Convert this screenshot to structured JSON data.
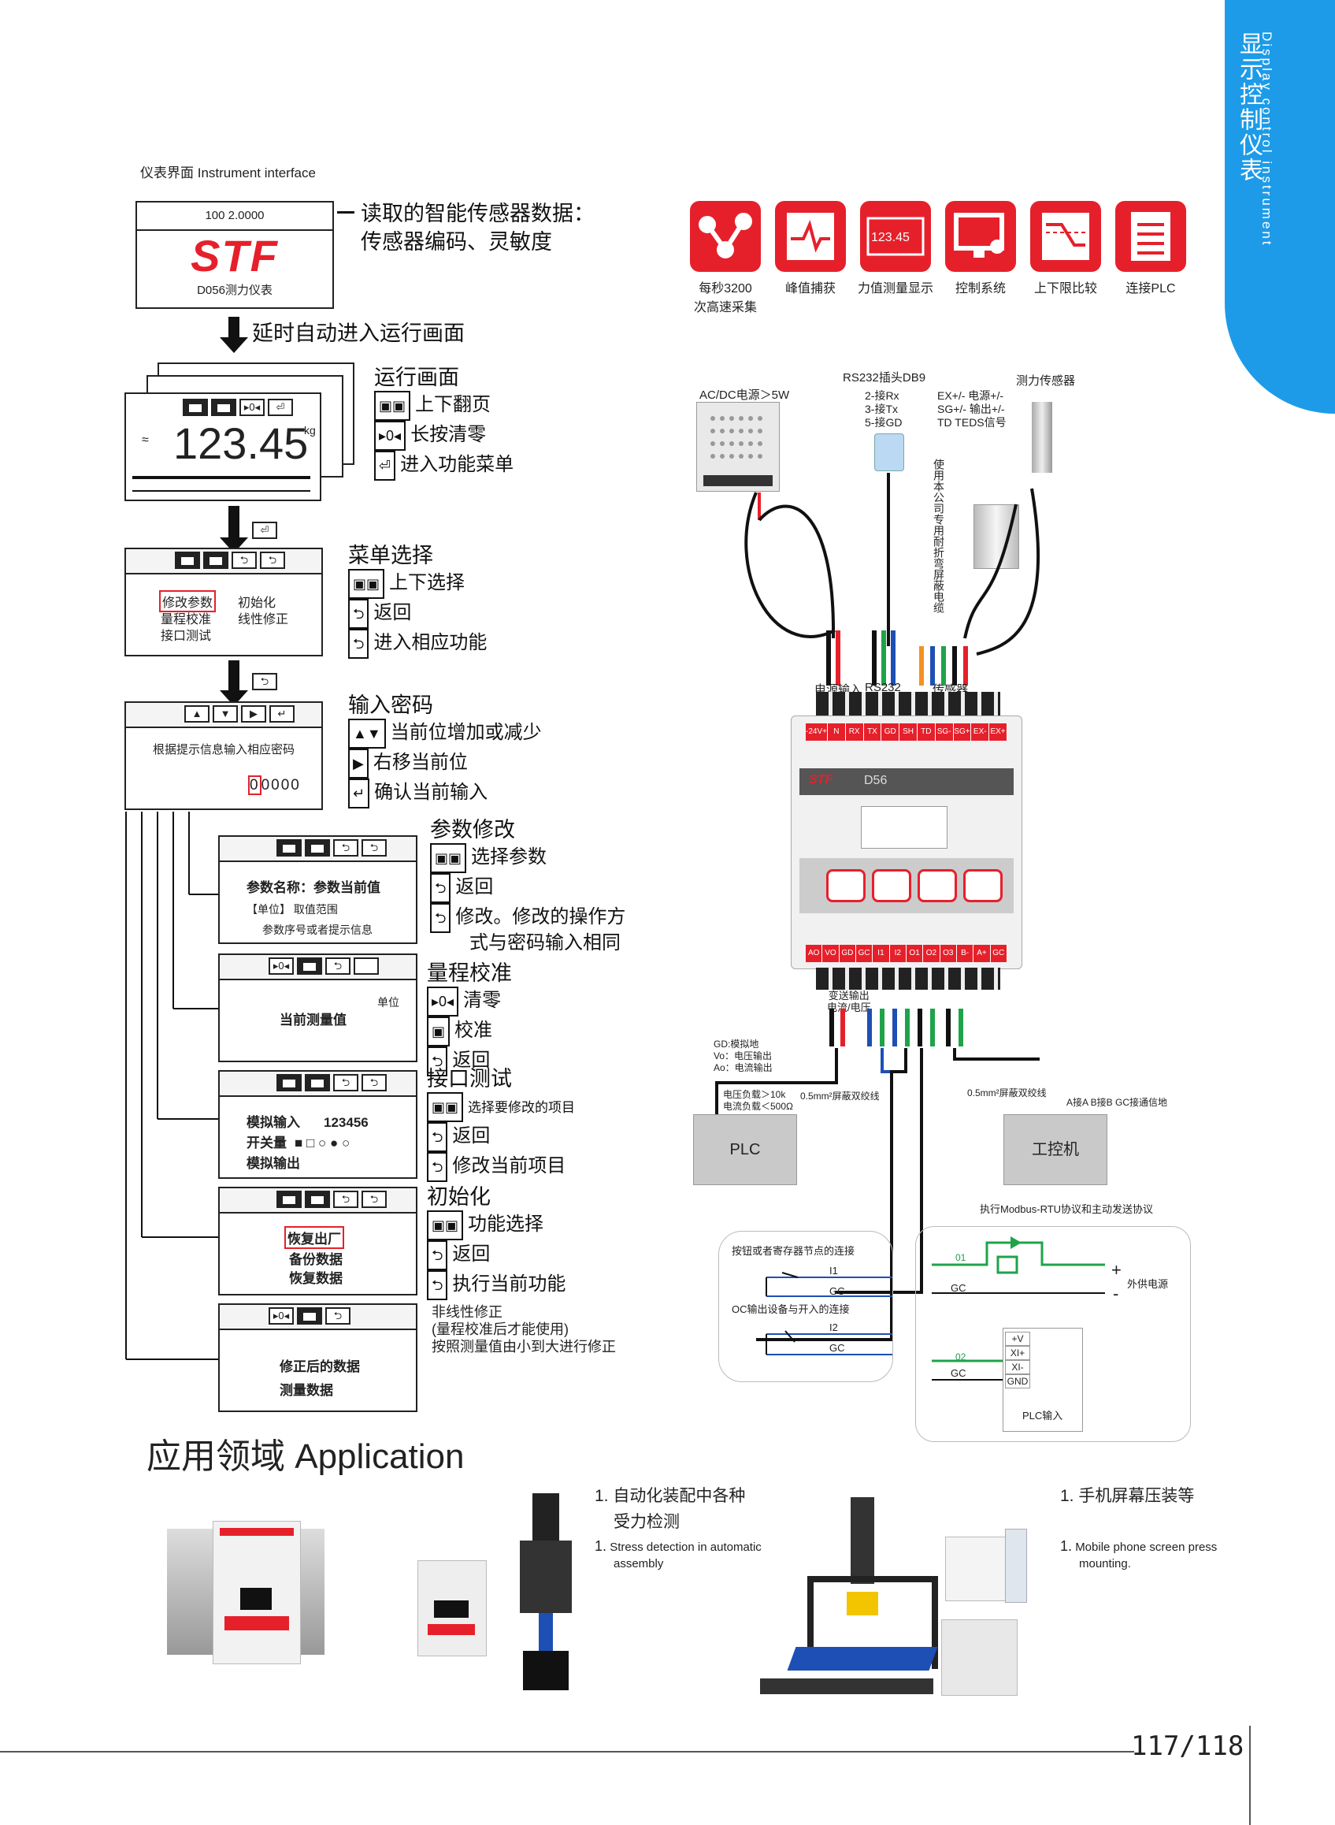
{
  "side": {
    "title_cn": "显示控制仪表",
    "title_en": "Display control instrument"
  },
  "interface_label": "仪表界面 Instrument interface",
  "boot": {
    "readout": "100   2.0000",
    "logo": "STF",
    "model": "D056测力仪表",
    "note1": "读取的智能传感器数据：",
    "note2": "传感器编码、灵敏度"
  },
  "step1": "延时自动进入运行画面",
  "run": {
    "value": "123.45",
    "unit": "kg",
    "title": "运行画面",
    "l1": "上下翻页",
    "l2": "长按清零",
    "l3": "进入功能菜单"
  },
  "menu": {
    "title": "菜单选择",
    "items": [
      "修改参数",
      "初始化",
      "量程校准",
      "线性修正",
      "接口测试"
    ],
    "l1": "上下选择",
    "l2": "返回",
    "l3": "进入相应功能"
  },
  "pwd": {
    "title": "输入密码",
    "hint": "根据提示信息输入相应密码",
    "code_first": "0",
    "code_rest": "0000",
    "l1": "当前位增加或减少",
    "l2": "右移当前位",
    "l3": "确认当前输入"
  },
  "param": {
    "title": "参数修改",
    "name": "参数名称：参数当前值",
    "unit": "【单位】   取值范围",
    "seq": "参数序号或者提示信息",
    "l1": "选择参数",
    "l2": "返回",
    "l3": "修改。修改的操作方",
    "l4": "式与密码输入相同"
  },
  "calib": {
    "title": "量程校准",
    "meas": "当前测量值",
    "unit": "单位",
    "l1": "清零",
    "l2": "校准",
    "l3": "返回"
  },
  "iface": {
    "title": "接口测试",
    "ain": "模拟输入",
    "ain_val": "123456",
    "sw": "开关量",
    "aout": "模拟输出",
    "l1": "选择要修改的项目",
    "l2": "返回",
    "l3": "修改当前项目"
  },
  "init": {
    "title": "初始化",
    "i1": "恢复出厂",
    "i2": "备份数据",
    "i3": "恢复数据",
    "l1": "功能选择",
    "l2": "返回",
    "l3": "执行当前功能"
  },
  "linear": {
    "d1": "修正后的数据",
    "d2": "测量数据",
    "n1": "非线性修正",
    "n2": "(量程校准后才能使用)",
    "n3": "按照测量值由小到大进行修正"
  },
  "features": [
    {
      "label": "每秒3200",
      "label2": "次高速采集"
    },
    {
      "label": "峰值捕获",
      "label2": ""
    },
    {
      "label": "力值测量显示",
      "label2": ""
    },
    {
      "label": "控制系统",
      "label2": ""
    },
    {
      "label": "上下限比较",
      "label2": ""
    },
    {
      "label": "连接PLC",
      "label2": ""
    }
  ],
  "feature_display": "123.45",
  "wiring": {
    "power": "AC/DC电源＞5W",
    "rs232": "RS232插头DB9",
    "rx": "2-接Rx",
    "tx": "3-接Tx",
    "gd": "5-接GD",
    "ex": "EX+/-  电源+/-",
    "sg": "SG+/-  输出+/-",
    "td": "TD  TEDS信号",
    "sensor": "测力传感器",
    "cable": "使用本公司专用耐折弯屏蔽电缆",
    "grp_power": "电源输入",
    "grp_rs232": "RS232",
    "grp_sensor": "传感器",
    "top_pins": [
      "-24V+",
      "N",
      "RX",
      "TX",
      "GD",
      "SH",
      "TD",
      "SG-",
      "SG+",
      "EX-",
      "EX+"
    ],
    "bot_pins": [
      "AO",
      "VO",
      "GD",
      "GC",
      "I1",
      "I2",
      "O1",
      "O2",
      "O3",
      "B-",
      "A+",
      "GC"
    ],
    "device": "D56",
    "trans": "变送输出",
    "trans2": "电流/电压",
    "gd_note": "GD:模拟地",
    "vo_note": "Vo：电压输出",
    "ao_note": "Ao：电流输出",
    "load1": "电压负载＞10k",
    "load2": "电流负载＜500Ω",
    "wire1": "0.5mm²屏蔽双绞线",
    "wire2": "0.5mm²屏蔽双绞线",
    "ab": "A接A  B接B  GC接通信地",
    "plc": "PLC",
    "ipc": "工控机",
    "modbus": "执行Modbus-RTU协议和主动发送协议",
    "btn_conn": "按钮或者寄存器节点的连接",
    "oc_conn": "OC输出设备与开入的连接",
    "i1": "I1",
    "i2": "I2",
    "gc": "GC",
    "o1": "01",
    "o2": "02",
    "ext_power": "外供电源",
    "plus": "+",
    "minus": "-",
    "plc_in": [
      "+V",
      "XI+",
      "XI-",
      "GND"
    ],
    "plc_in_label": "PLC输入"
  },
  "app": {
    "title": "应用领域 Application",
    "a1_num": "1.",
    "a1_cn1": "自动化装配中各种",
    "a1_cn2": "受力检测",
    "a1_en1": "Stress detection in automatic",
    "a1_en2": "assembly",
    "a2_num": "1.",
    "a2_cn": "手机屏幕压装等",
    "a2_en1": "Mobile phone screen press",
    "a2_en2": "mounting."
  },
  "page": "117/118",
  "colors": {
    "brand": "#e6202b",
    "side": "#1d9be8"
  }
}
